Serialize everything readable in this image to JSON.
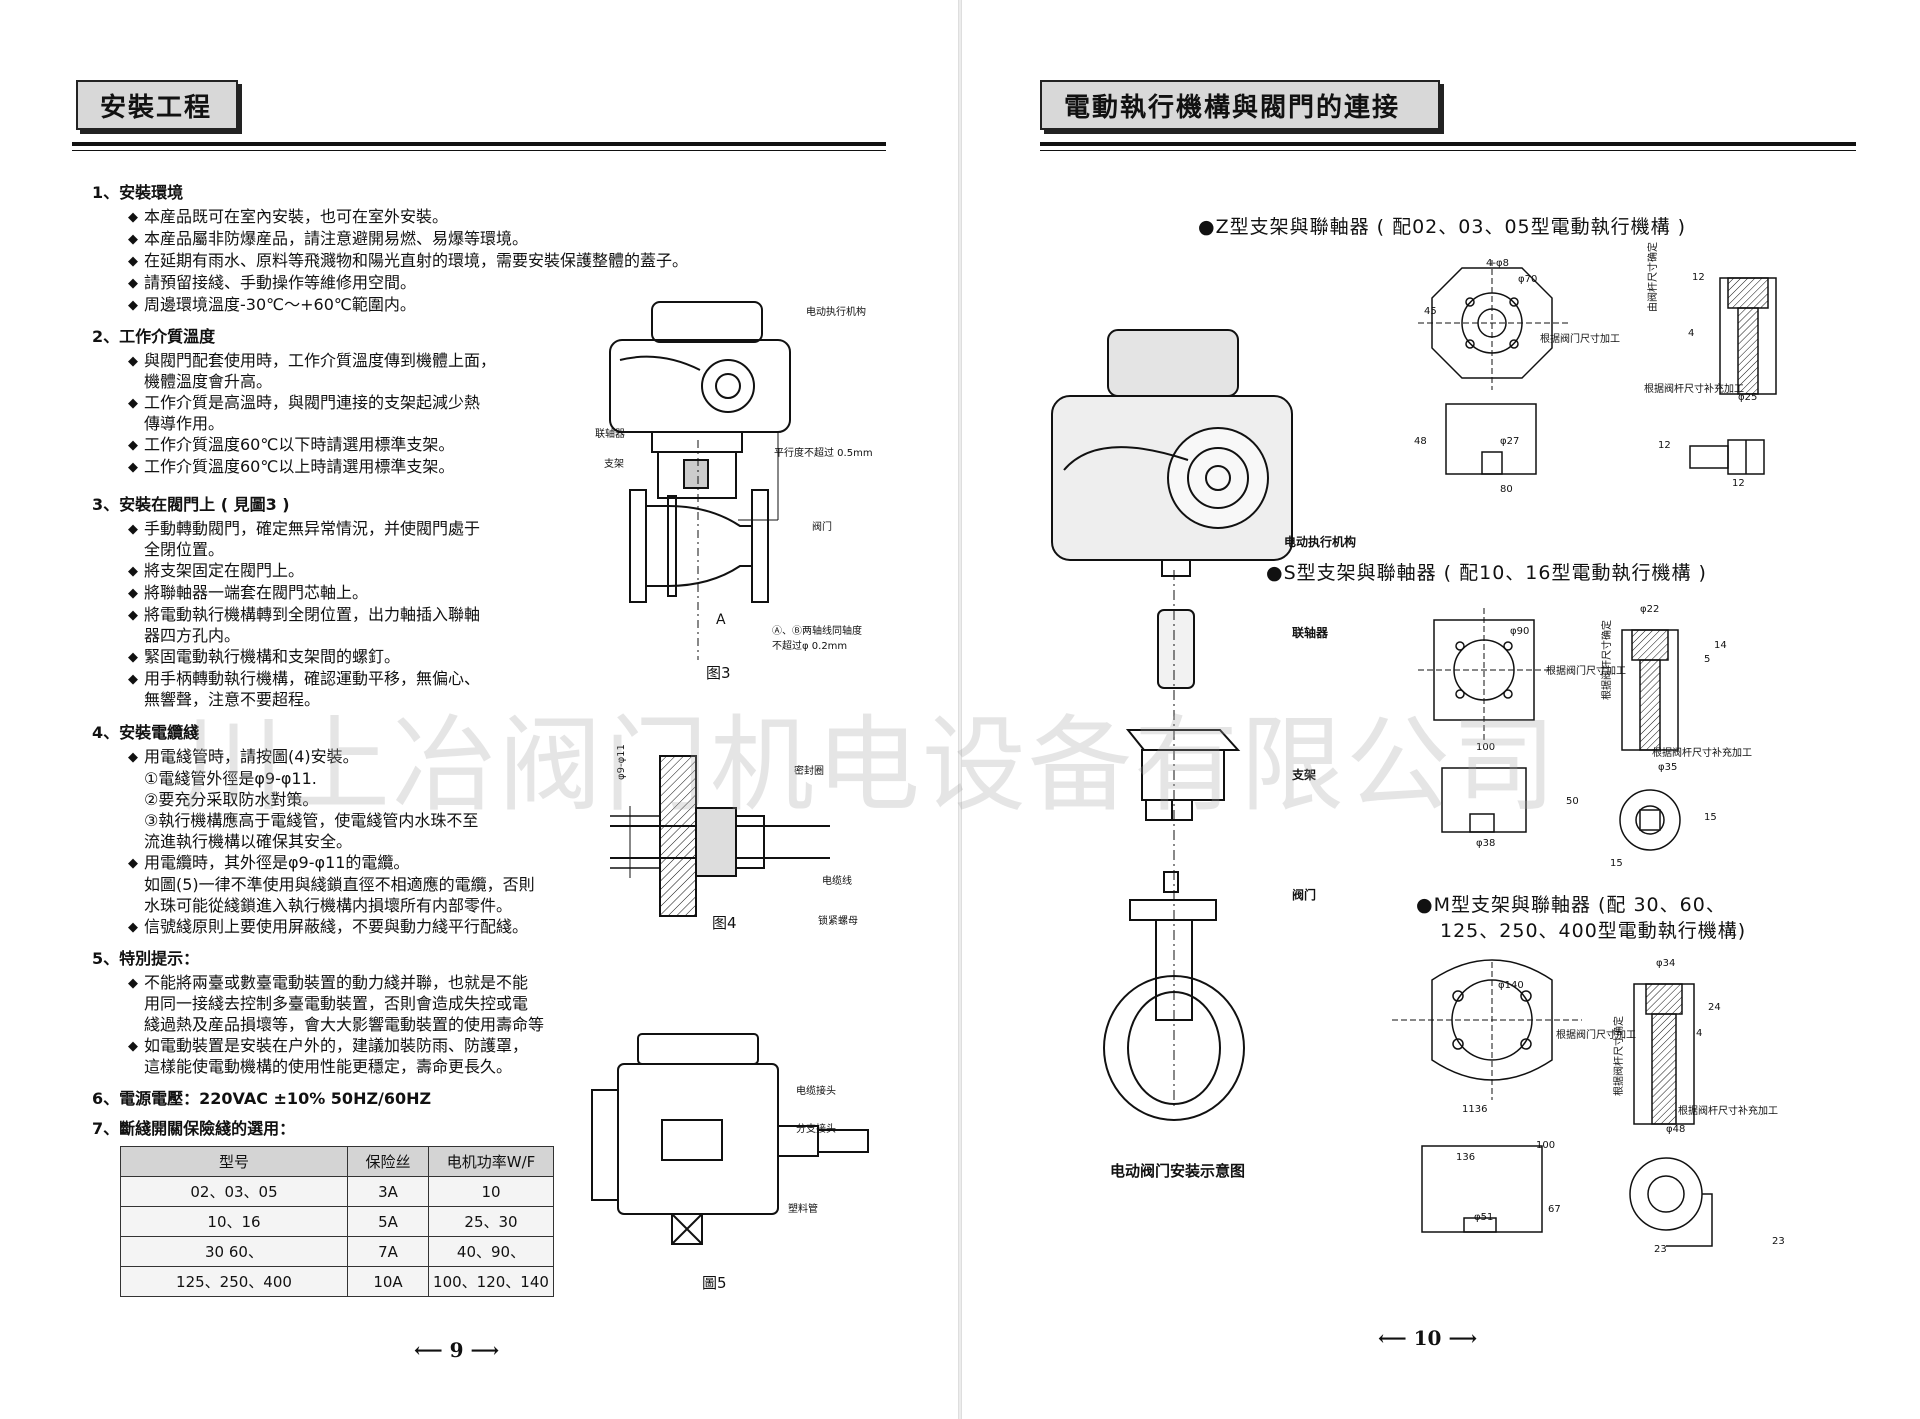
{
  "left": {
    "title": "安裝工程",
    "s1": {
      "heading": "1、安裝環境",
      "items": [
        "本産品既可在室內安裝，也可在室外安裝。",
        "本産品屬非防爆産品，請注意避開易燃、易爆等環境。",
        "在延期有雨水、原料等飛濺物和陽光直射的環境，需要安裝保護整體的蓋子。",
        "請預留接綫、手動操作等維修用空間。",
        "周邊環境溫度-30℃～+60℃範圍内。"
      ]
    },
    "s2": {
      "heading": "2、工作介質溫度",
      "items": [
        "與閥門配套使用時，工作介質溫度傳到機體上面，\n機體溫度會升高。",
        "工作介質是高溫時，與閥門連接的支架起減少熱\n傳導作用。",
        "工作介質溫度60℃以下時請選用標準支架。",
        "工作介質溫度60℃以上時請選用標準支架。"
      ]
    },
    "s3": {
      "heading": "3、安裝在閥門上 ( 見圖3 )",
      "items": [
        "手動轉動閥門，確定無异常情況，并使閥門處于\n全閉位置。",
        "將支架固定在閥門上。",
        "將聯軸器一端套在閥門芯軸上。",
        "將電動執行機構轉到全閉位置，出力軸插入聯軸\n器四方孔内。",
        "緊固電動執行機構和支架間的螺釘。",
        "用手柄轉動執行機構，確認運動平移，無偏心、\n無響聲，注意不要超程。"
      ]
    },
    "s4": {
      "heading": "4、安裝電纜綫",
      "item1": "用電綫管時，請按圖(4)安裝。",
      "sub": [
        "①電綫管外徑是φ9-φ11.",
        "②要充分采取防水對策。",
        "③執行機構應高于電綫管，使電綫管内水珠不至\n流進執行機構以確保其安全。"
      ],
      "item2": "用電纜時，其外徑是φ9-φ11的電纜。",
      "item2b": "如圖(5)一律不準使用與綫鎖直徑不相適應的電纜，否則\n水珠可能從綫鎖進入執行機構内損壞所有内部零件。",
      "item3": "信號綫原則上要使用屏蔽綫，不要與動力綫平行配綫。"
    },
    "s5": {
      "heading": "5、特別提示：",
      "items": [
        "不能將兩臺或數臺電動裝置的動力綫并聯，也就是不能\n用同一接綫去控制多臺電動裝置，否則會造成失控或電\n綫過熱及産品損壞等，會大大影響電動裝置的使用壽命等",
        "如電動裝置是安裝在户外的，建議加裝防雨、防護罩，\n這樣能使電動機構的使用性能更穩定，壽命更長久。"
      ]
    },
    "s6": "6、電源電壓：220VAC   ±10%   50HZ/60HZ",
    "s7": "7、斷綫開關保險綫的選用：",
    "table": {
      "headers": [
        "型号",
        "保险丝",
        "电机功率W/F"
      ],
      "rows": [
        [
          "02、03、05",
          "3A",
          "10"
        ],
        [
          "10、16",
          "5A",
          "25、30"
        ],
        [
          "30 60、",
          "7A",
          "40、90、"
        ],
        [
          "125、250、400",
          "10A",
          "100、120、140"
        ]
      ]
    },
    "fig3": {
      "caption": "图3",
      "actuator": "电动执行机构",
      "coupling": "联轴器",
      "bracket": "支架",
      "parallel": "平行度不超过 0.5mm",
      "valve": "阀门",
      "mark": "A",
      "note": "Ⓐ、Ⓑ两轴线同轴度\n不超过φ 0.2mm"
    },
    "fig4": {
      "caption": "图4",
      "dia": "φ9-φ11",
      "seal": "密封圈",
      "cable": "电缆线",
      "nut": "锁紧螺母"
    },
    "fig5": {
      "caption": "圖5",
      "cable_head": "电缆接头",
      "branch": "分支接头",
      "conduit": "塑料管"
    },
    "page_number": "9"
  },
  "right": {
    "title": "電動執行機構與閥門的連接",
    "z_heading": "●Z型支架與聯軸器 ( 配02、03、05型電動執行機構 )",
    "s_heading": "●S型支架與聯軸器 ( 配10、16型電動執行機構 )",
    "m_heading_1": "●M型支架與聯軸器 (配 30、60、",
    "m_heading_2": "125、250、400型電動執行機構)",
    "assembly": {
      "actuator": "电动执行机构",
      "coupling": "联轴器",
      "bracket": "支架",
      "valve": "阀门",
      "caption": "电动阀门安装示意图"
    },
    "z": {
      "d70": "φ70",
      "d4": "4-φ8",
      "a45": "45",
      "note_stem": "根据阀门尺寸加工",
      "h48": "48",
      "d27": "φ27",
      "w80": "80",
      "note_shaft": "根据阀杆尺寸补充加工",
      "d25": "φ25",
      "n12a": "12",
      "n4": "4",
      "n12b": "12",
      "n12c": "12",
      "side_note": "由阀杆尺寸确定"
    },
    "s": {
      "d90": "φ90",
      "note_stem": "根据阀门尺寸加工",
      "w100": "100",
      "h50": "50",
      "d38": "φ38",
      "d22": "φ22",
      "n14": "14",
      "n5": "5",
      "d35": "φ35",
      "note_shaft": "根据阀杆尺寸补充加工",
      "n15a": "15",
      "n15b": "15",
      "side_note": "根据阀杆尺寸确定"
    },
    "m": {
      "d140": "φ140",
      "note_stem": "根据阀门尺寸加工",
      "w136": "1136",
      "d34": "φ34",
      "n24": "24",
      "n4": "4",
      "note_shaft": "根据阀杆尺寸补充加工",
      "d48": "φ48",
      "w136b": "136",
      "n100": "100",
      "n67": "67",
      "d51": "φ51",
      "n23a": "23",
      "n23b": "23",
      "side_note": "根据阀杆尺寸确定"
    },
    "page_number": "10"
  },
  "watermark": "川上冶阀门机电设备有限公司"
}
